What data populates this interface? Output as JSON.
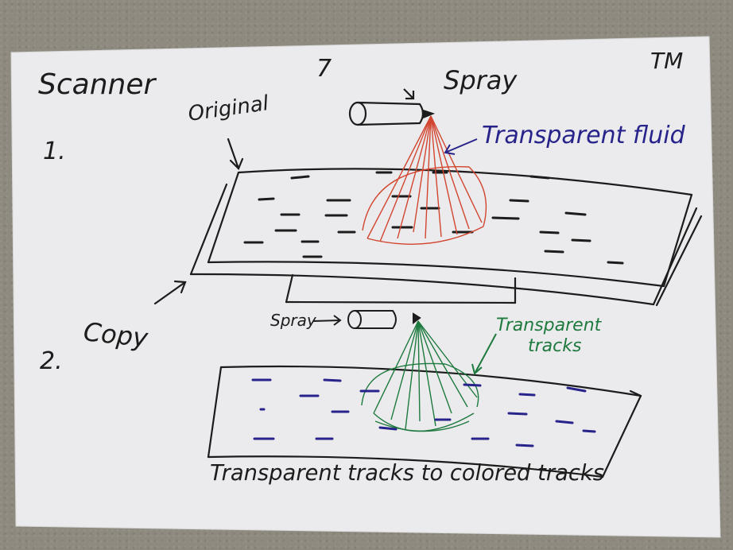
{
  "sketch": {
    "title": "Scanner",
    "page_number": "7",
    "trademark": "TM",
    "step1_label": "1.",
    "step2_label": "2.",
    "original_label": "Original",
    "spray_top_label": "Spray",
    "transparent_fluid_label": "Transparent fluid",
    "copy_label": "Copy",
    "spray_bottom_label": "Spray",
    "transparent_tracks_label_line1": "Transparent",
    "transparent_tracks_label_line2": "tracks",
    "caption": "Transparent tracks to colored tracks",
    "colors": {
      "ink_black": "#1c1c1c",
      "ink_red": "#d2452f",
      "ink_blue": "#27238a",
      "ink_green": "#1e7a3e",
      "paper": "#ebebed",
      "background": "#8e8a80"
    }
  }
}
